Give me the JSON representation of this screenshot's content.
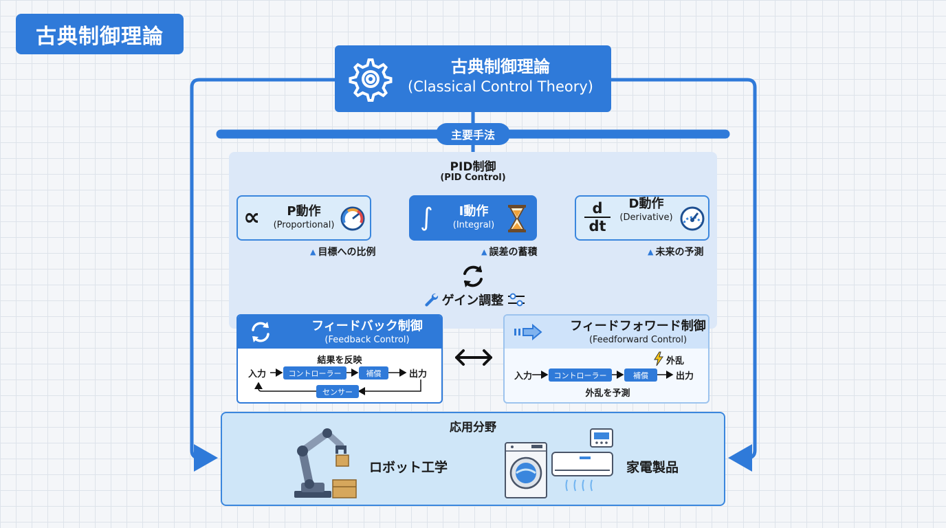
{
  "page_title": "古典制御理論",
  "main": {
    "title_jp": "古典制御理論",
    "title_en": "(Classical Control Theory)"
  },
  "methods_label": "主要手法",
  "pid": {
    "title": "PID制御",
    "subtitle": "(PID Control)",
    "terms": [
      {
        "name": "P動作",
        "en": "(Proportional)",
        "caption": "目標への比例",
        "symbol": "∝"
      },
      {
        "name": "I動作",
        "en": "(Integral)",
        "caption": "誤差の蓄積",
        "symbol": "∫"
      },
      {
        "name": "D動作",
        "en": "(Derivative)",
        "caption": "未来の予測",
        "symbol_num": "d",
        "symbol_den": "dt"
      }
    ],
    "gain_label": "ゲイン調整"
  },
  "feedback": {
    "title": "フィードバック制御",
    "subtitle": "(Feedback Control)",
    "top_label": "結果を反映",
    "input": "入力",
    "controller": "コントローラー",
    "plant": "補償",
    "output": "出力",
    "sensor": "センサー"
  },
  "feedforward": {
    "title": "フィードフォワード制御",
    "subtitle": "(Feedforward Control)",
    "disturbance": "外乱",
    "input": "入力",
    "controller": "コントローラー",
    "plant": "補償",
    "output": "出力",
    "bottom_label": "外乱を予測"
  },
  "applications": {
    "title": "応用分野",
    "items": [
      {
        "label": "ロボット工学",
        "icon": "robot-arm-icon"
      },
      {
        "label": "家電製品",
        "icon": "appliances-icon"
      }
    ]
  },
  "colors": {
    "accent": "#2f7ad9",
    "panel": "#dce8f8",
    "app_panel": "#cfe6f8"
  }
}
